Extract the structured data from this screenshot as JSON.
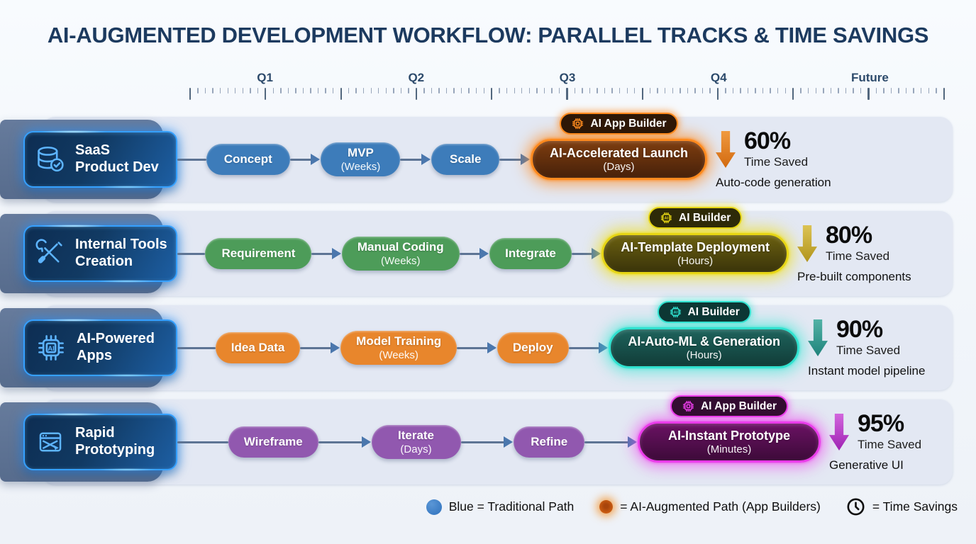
{
  "title": "AI-AUGMENTED DEVELOPMENT WORKFLOW: PARALLEL TRACKS & TIME SAVINGS",
  "timeline": {
    "labels": [
      "Q1",
      "Q2",
      "Q3",
      "Q4",
      "Future"
    ],
    "major_ticks": 11,
    "minor_per_major": 10
  },
  "rows": [
    {
      "track": {
        "name": "SaaS Product Dev",
        "lines": [
          "SaaS",
          "Product Dev"
        ],
        "icon": "database-icon"
      },
      "stages": [
        {
          "label": "Concept"
        },
        {
          "label": "MVP",
          "sub": "(Weeks)"
        },
        {
          "label": "Scale"
        }
      ],
      "ai": {
        "badge": "AI App Builder",
        "badge_icon": "chip-app-icon",
        "label": "AI-Accelerated Launch",
        "sub": "(Days)"
      },
      "saving": {
        "percent": "60%",
        "caption": "Time Saved",
        "note": "Auto-code generation"
      },
      "colors": {
        "stage": "#3d7cba",
        "ring": "#ff8a1e",
        "glow": "rgba(255,138,30,0.7)",
        "ai_bg_top": "#7e3d0f",
        "ai_bg_bottom": "#47210a",
        "badge_bg": "#2e1706",
        "arrow_top": "#f09a40",
        "arrow_bottom": "#d2690e"
      }
    },
    {
      "track": {
        "name": "Internal Tools Creation",
        "lines": [
          "Internal Tools",
          "Creation"
        ],
        "icon": "tools-icon"
      },
      "stages": [
        {
          "label": "Requirement"
        },
        {
          "label": "Manual Coding",
          "sub": "(Weeks)"
        },
        {
          "label": "Integrate"
        }
      ],
      "ai": {
        "badge": "AI Builder",
        "badge_icon": "chip-ai-icon",
        "label": "AI-Template Deployment",
        "sub": "(Hours)"
      },
      "saving": {
        "percent": "80%",
        "caption": "Time Saved",
        "note": "Pre-built components"
      },
      "colors": {
        "stage": "#4d9c59",
        "ring": "#e6d513",
        "glow": "rgba(240,222,20,0.7)",
        "ai_bg_top": "#6b6010",
        "ai_bg_bottom": "#3a340a",
        "badge_bg": "#2e2a08",
        "arrow_top": "#dcc354",
        "arrow_bottom": "#b1941c"
      }
    },
    {
      "track": {
        "name": "AI-Powered Apps",
        "lines": [
          "AI-Powered",
          "Apps"
        ],
        "icon": "ai-chip-icon"
      },
      "stages": [
        {
          "label": "Idea Data"
        },
        {
          "label": "Model Training",
          "sub": "(Weeks)"
        },
        {
          "label": "Deploy"
        }
      ],
      "ai": {
        "badge": "AI Builder",
        "badge_icon": "chip-ai-icon",
        "label": "AI-Auto-ML & Generation",
        "sub": "(Hours)"
      },
      "saving": {
        "percent": "90%",
        "caption": "Time Saved",
        "note": "Instant model pipeline"
      },
      "colors": {
        "stage": "#e8862c",
        "ring": "#30e2d0",
        "glow": "rgba(60,230,212,0.65)",
        "ai_bg_top": "#1e635c",
        "ai_bg_bottom": "#113c38",
        "badge_bg": "#0c3734",
        "arrow_top": "#52b2a6",
        "arrow_bottom": "#1f837b"
      }
    },
    {
      "track": {
        "name": "Rapid Prototyping",
        "lines": [
          "Rapid",
          "Prototyping"
        ],
        "icon": "wireframe-icon"
      },
      "stages": [
        {
          "label": "Wireframe"
        },
        {
          "label": "Iterate",
          "sub": "(Days)"
        },
        {
          "label": "Refine"
        }
      ],
      "ai": {
        "badge": "AI App Builder",
        "badge_icon": "chip-app-icon",
        "label": "AI-Instant Prototype",
        "sub": "(Minutes)"
      },
      "saving": {
        "percent": "95%",
        "caption": "Time Saved",
        "note": "Generative UI"
      },
      "colors": {
        "stage": "#9158af",
        "ring": "#ea3cea",
        "glow": "rgba(238,70,238,0.65)",
        "ai_bg_top": "#6a1263",
        "ai_bg_bottom": "#3d0a39",
        "badge_bg": "#330c31",
        "arrow_top": "#d266dd",
        "arrow_bottom": "#9f22b3"
      }
    }
  ],
  "legend": [
    {
      "icon": "blue-dot-icon",
      "label": "Blue = Traditional Path",
      "color": "#3b7cc4"
    },
    {
      "icon": "orange-dot-icon",
      "label": "= AI-Augmented Path (App Builders)",
      "color": "#cf5f12"
    },
    {
      "icon": "clock-icon",
      "label": "= Time Savings",
      "color": "#0e0e0e"
    }
  ]
}
